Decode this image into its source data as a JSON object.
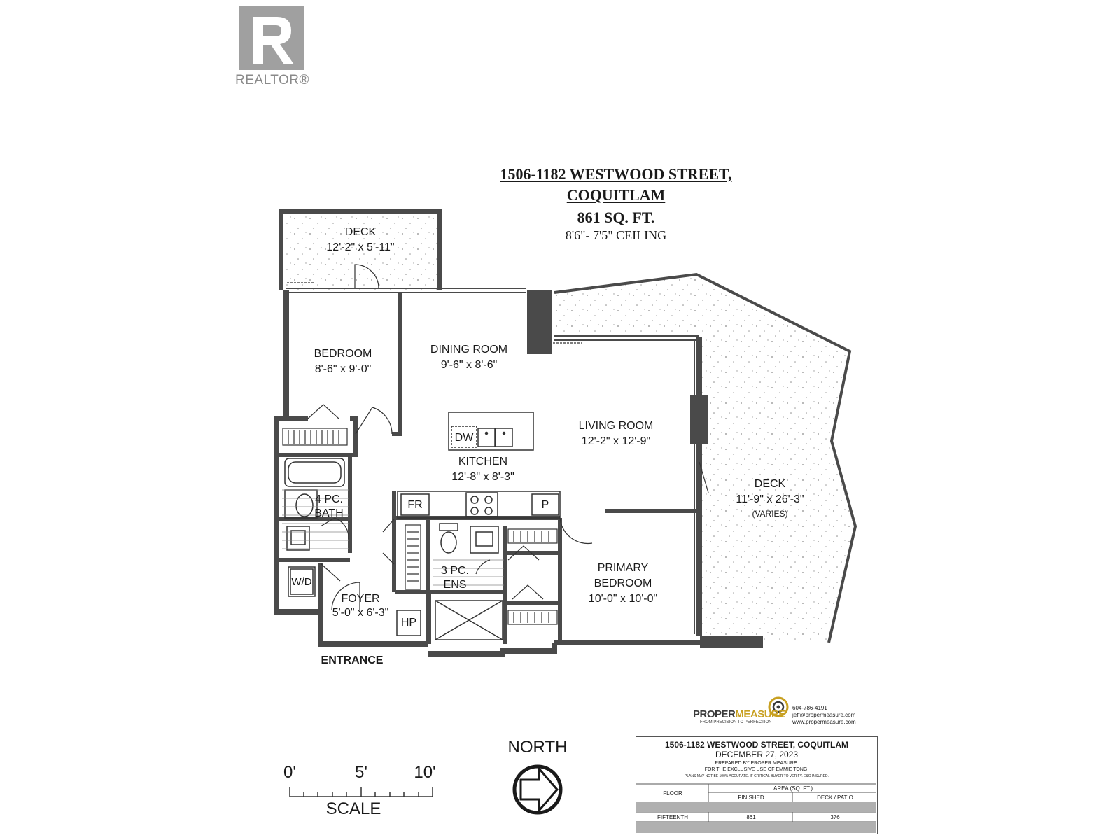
{
  "logo": {
    "realtor_text": "REALTOR®"
  },
  "header": {
    "address_line1": "1506-1182 WESTWOOD STREET,",
    "address_line2": "COQUITLAM",
    "area": "861 SQ. FT.",
    "ceiling": "8'6\"- 7'5\" CEILING"
  },
  "rooms": {
    "deck_top": {
      "name": "DECK",
      "dims": "12'-2\" x 5'-11\""
    },
    "bedroom": {
      "name": "BEDROOM",
      "dims": "8'-6\" x 9'-0\""
    },
    "dining": {
      "name": "DINING ROOM",
      "dims": "9'-6\" x 8'-6\""
    },
    "living": {
      "name": "LIVING ROOM",
      "dims": "12'-2\" x 12'-9\""
    },
    "kitchen": {
      "name": "KITCHEN",
      "dims": "12'-8\" x 8'-3\""
    },
    "deck_right": {
      "name": "DECK",
      "dims": "11'-9\" x 26'-3\"",
      "note": "(VARIES)"
    },
    "bath4": {
      "line1": "4 PC.",
      "line2": "BATH"
    },
    "ens3": {
      "line1": "3 PC.",
      "line2": "ENS"
    },
    "primary": {
      "line1": "PRIMARY",
      "line2": "BEDROOM",
      "dims": "10'-0\" x 10'-0\""
    },
    "foyer": {
      "name": "FOYER",
      "dims": "5'-0\" x 6'-3\""
    },
    "entrance": "ENTRANCE"
  },
  "fixtures": {
    "dw": "DW",
    "fr": "FR",
    "p": "P",
    "wd": "W/D",
    "hp": "HP"
  },
  "scale": {
    "ticks": [
      "0'",
      "5'",
      "10'"
    ],
    "label": "SCALE"
  },
  "north": {
    "label": "NORTH"
  },
  "company": {
    "brand_a": "PROPER",
    "brand_b": "MEASURE",
    "tagline": "FROM PRECISION TO PERFECTION",
    "phone": "604-786-4191",
    "email": "jeff@propermeasure.com",
    "web": "www.propermeasure.com"
  },
  "table": {
    "address": "1506-1182 WESTWOOD STREET, COQUITLAM",
    "date": "DECEMBER 27, 2023",
    "prepared": "PREPARED BY PROPER MEASURE.",
    "exclusive": "FOR THE EXCLUSIVE USE OF EMMIE TONG.",
    "disclaimer": "PLANS MAY NOT BE 100% ACCURATE. IF CRITICAL BUYER TO VERIFY. E&O INSURED.",
    "col_floor": "FLOOR",
    "col_area": "AREA (SQ. FT.)",
    "col_finished": "FINISHED",
    "col_deck": "DECK / PATIO",
    "row_floor": "FIFTEENTH",
    "row_finished": "861",
    "row_deck": "376"
  },
  "colors": {
    "wall": "#4a4a4a",
    "logo_grey": "#a0a0a0",
    "brand_gold": "#c8a020",
    "brand_dark": "#3a3a3a"
  }
}
